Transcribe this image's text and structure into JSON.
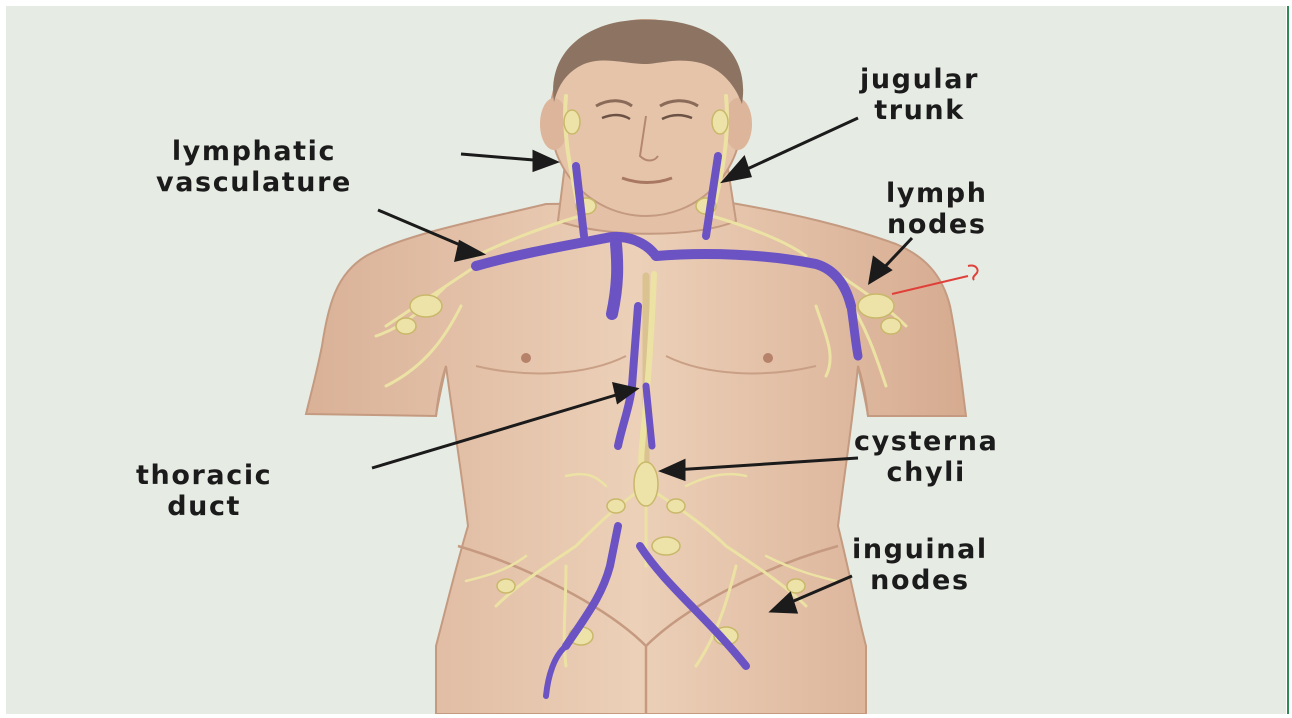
{
  "diagram": {
    "labels": {
      "jugular_trunk": [
        "jugular",
        "trunk"
      ],
      "lymphatic_vasculature": [
        "lymphatic",
        "vasculature"
      ],
      "lymph_nodes": [
        "lymph",
        "nodes"
      ],
      "thoracic_duct": [
        "thoracic",
        "duct"
      ],
      "cysterna_chyli": [
        "cysterna",
        "chyli"
      ],
      "inguinal_nodes": [
        "inguinal",
        "nodes"
      ]
    },
    "colors": {
      "background": "#e6ebe3",
      "skin": "#e8c6ac",
      "skin_shadow": "#c99f84",
      "hair": "#8a6f5c",
      "vein": "#6b53c4",
      "lymph": "#ece2a4",
      "lymph_outline": "#c9b86a",
      "arrow": "#1b1b1b",
      "annotation": "#e0403a"
    }
  }
}
